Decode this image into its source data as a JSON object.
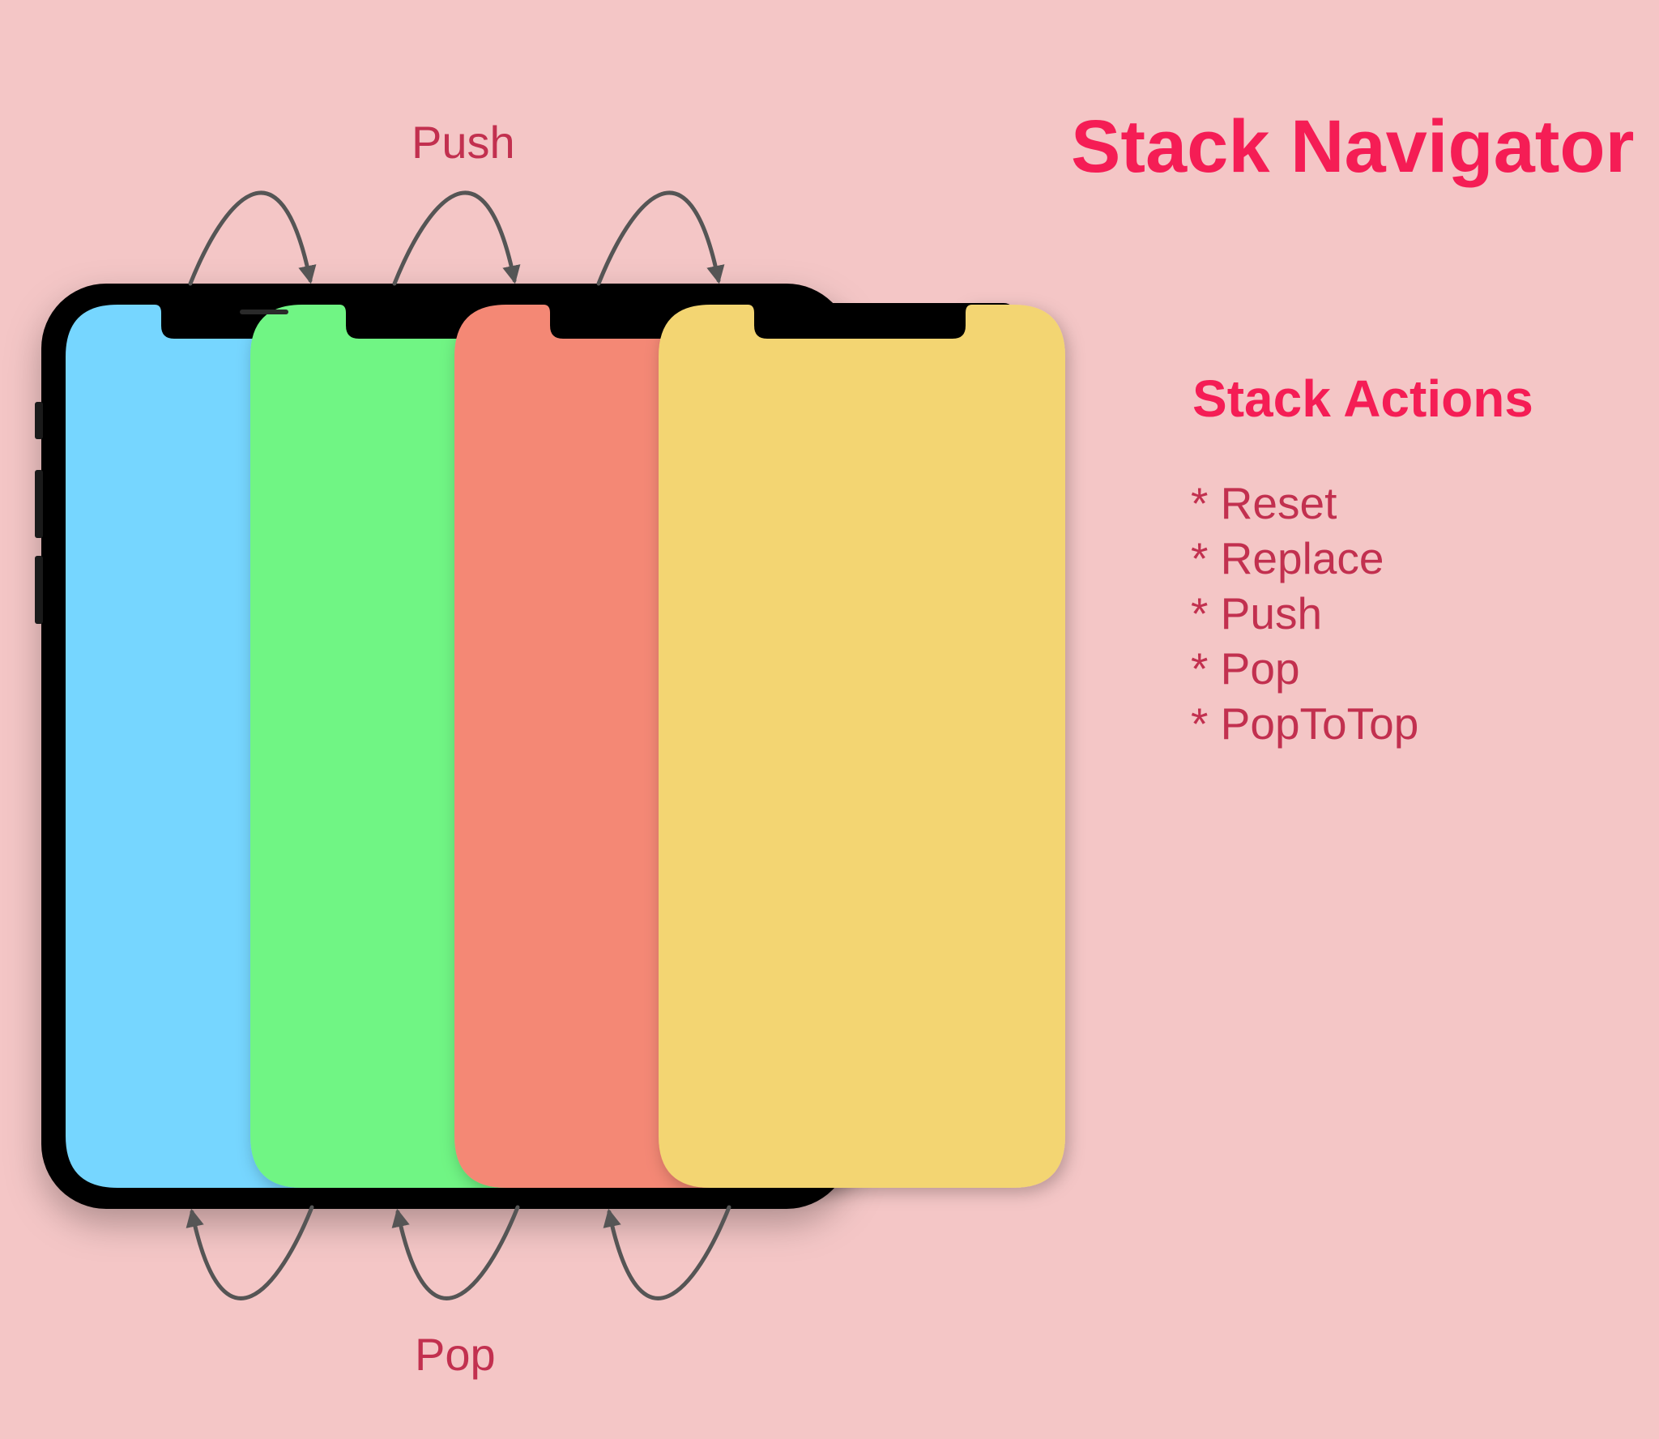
{
  "title": "Stack Navigator",
  "push_label": "Push",
  "pop_label": "Pop",
  "stack_actions": {
    "heading": "Stack Actions",
    "items": [
      "* Reset",
      "* Replace",
      "* Push",
      "* Pop",
      "* PopToTop"
    ]
  },
  "colors": {
    "background": "#f4c6c6",
    "title": "#f51d55",
    "text": "#c2304f",
    "arrow": "#555555",
    "phone_frame": "#000000",
    "screens": [
      "#76d6ff",
      "#70f584",
      "#f48875",
      "#f3d572"
    ]
  },
  "screens": [
    {
      "name": "screen-blue",
      "color": "#76d6ff"
    },
    {
      "name": "screen-green",
      "color": "#70f584"
    },
    {
      "name": "screen-salmon",
      "color": "#f48875"
    },
    {
      "name": "screen-yellow",
      "color": "#f3d572"
    }
  ]
}
